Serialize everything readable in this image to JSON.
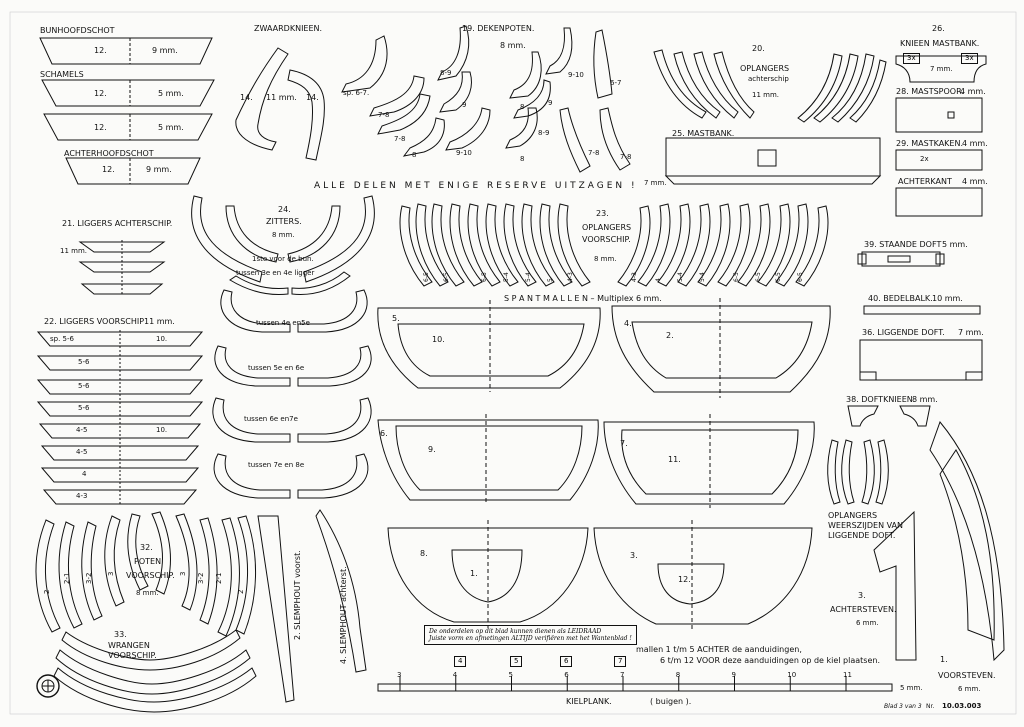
{
  "header": {
    "bunhoofdschot": "BUNHOOFDSCHOT",
    "schamels": "SCHAMELS",
    "achterhoofdschot": "ACHTERHOOFDSCHOT",
    "zwaardknieen": "ZWAARDKNIEEN.",
    "dekenpoten": "19. DEKENPOTEN.",
    "dekenpoten_mm": "8 mm.",
    "oplangers_achter_num": "20.",
    "oplangers_achter_title": "OPLANGERS",
    "oplangers_achter_sub": "achterschip",
    "oplangers_achter_mm": "11 mm.",
    "knieen_num": "26.",
    "knieen_title": "KNIEEN MASTBANK.",
    "knieen_mm": "7 mm.",
    "knieen_3x": "3x"
  },
  "parts": {
    "p12": "12.",
    "p9mm": "9 mm.",
    "p5mm": "5 mm.",
    "p14": "14.",
    "p11mm": "11 mm.",
    "sp67": "sp. 6-7.",
    "n78": "7-8",
    "n89": "8-9",
    "n9": "9",
    "n910": "9-10",
    "n8": "8",
    "n67": "6-7",
    "mastbank": "25. MASTBANK.",
    "mastbank_mm": "7 mm.",
    "mastspoor": "28. MASTSPOOR.",
    "mastspoor_mm": "4 mm.",
    "mastkaken": "29. MASTKAKEN.",
    "mastkaken_mm": "4 mm.",
    "mastkaken_2x": "2x",
    "achterkant": "ACHTERKANT",
    "achterkant_mm": "4 mm.",
    "reserve": "ALLE DELEN MET ENIGE RESERVE UITZAGEN !",
    "liggers_achter": "21. LIGGERS ACHTERSCHIP.",
    "liggers_achter_mm": "11 mm.",
    "zitters_num": "24.",
    "zitters": "ZITTERS.",
    "zitters_mm": "8 mm.",
    "zit1": "1ste voor de bun.",
    "zit2": "tussen 3e en 4e ligger",
    "zit3": "tussen 4e en5e",
    "zit4": "tussen 5e en 6e",
    "zit5": "tussen 6e en7e",
    "zit6": "tussen 7e en 8e",
    "oplangers_voor_num": "23.",
    "oplangers_voor_title": "OPLANGERS",
    "oplangers_voor_sub": "VOORSCHIP.",
    "oplangers_voor_mm": "8 mm.",
    "ol65": "6-5",
    "ol54": "5-4",
    "ol43": "4-3",
    "ol4": "4",
    "ol5": "5",
    "staande_doft": "39. STAANDE DOFT",
    "staande_doft_mm": "5 mm.",
    "bedelbalk": "40. BEDELBALK.",
    "bedelbalk_mm": "10 mm.",
    "liggende_doft": "36. LIGGENDE DOFT.",
    "liggende_doft_mm": "7 mm.",
    "doftknieen": "38. DOFTKNIEEN.",
    "doftknieen_mm": "8 mm.",
    "spantmallen": "S P A N T M A L L E N  –  Multiplex 6 mm.",
    "liggers_voor": "22. LIGGERS VOORSCHIP",
    "liggers_voor_mm": "11 mm.",
    "lv_sp56": "sp. 5-6",
    "lv_56": "5-6",
    "lv_45": "4-5",
    "lv_4": "4",
    "lv_43": "4-3",
    "lv_10": "10.",
    "m5": "5.",
    "m10": "10.",
    "m4": "4.",
    "m2": "2.",
    "m6": "6.",
    "m9": "9.",
    "m7": "7.",
    "m11": "11.",
    "m8": "8.",
    "m1": "1.",
    "m3": "3.",
    "m12": "12.",
    "poten_num": "32.",
    "poten_title": "POTEN",
    "poten_sub": "VOORSCHIP.",
    "poten_mm": "8 mm.",
    "pt2": "2",
    "pt21": "2-1",
    "pt32": "3-2",
    "pt3": "3",
    "wrangen_num": "33.",
    "wrangen_title": "WRANGEN",
    "wrangen_sub": "VOORSCHIP.",
    "slemphout_voorst": "2. SLEMPHOUT voorst.",
    "slemphout_achterst": "4. SLEMPHOUT achterst.",
    "oplangers_doft1": "OPLANGERS",
    "oplangers_doft2": "WEERSZIJDEN VAN",
    "oplangers_doft3": "LIGGENDE DOFT.",
    "achtersteven_num": "3.",
    "achtersteven": "ACHTERSTEVEN.",
    "achtersteven_mm": "6 mm.",
    "voorsteven_num": "1.",
    "voorsteven": "VOORSTEVEN.",
    "voorsteven_mm": "6 mm.",
    "note1": "De onderdelen op dit blad kunnen dienen als LEIDRAAD",
    "note2": "Juiste vorm en afmetingen ALTIJD verifiëren met het Wantenblad !",
    "mallen1": "mallen 1 t/m 5 ACHTER de aanduidingen,",
    "mallen2": "6 t/m 12 VOOR deze aanduidingen op de kiel plaatsen.",
    "kielplank": "KIELPLANK.",
    "kielplank_buigen": "( buigen ).",
    "kielplank_mm": "5 mm.",
    "kiel_ticks": [
      "3",
      "4",
      "5",
      "6",
      "7",
      "8",
      "9",
      "10",
      "11"
    ],
    "kiel_boxes": [
      "4",
      "5",
      "6",
      "7"
    ],
    "blad": "Blad 3 van 3",
    "nr_label": "Nr.",
    "nr": "10.03.003"
  },
  "colors": {
    "ink": "#111111",
    "paper": "#fbfbf9"
  }
}
